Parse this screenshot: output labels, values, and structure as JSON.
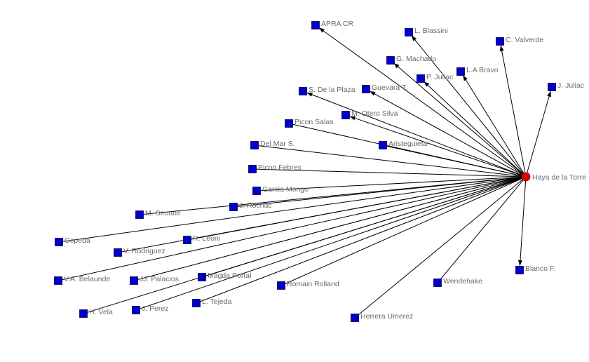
{
  "diagram": {
    "type": "network",
    "center": {
      "id": "haya",
      "label": "Haya de la Torre",
      "color": "#e00000"
    },
    "node_color": "#0000cc",
    "edge_color": "#000000",
    "nodes": [
      {
        "id": "apra_cr",
        "label": "APRA CR"
      },
      {
        "id": "blassini",
        "label": "L. Blassini"
      },
      {
        "id": "valverde",
        "label": "C. Valverde"
      },
      {
        "id": "machado",
        "label": "G. Machado"
      },
      {
        "id": "labravo",
        "label": "L.A Bravo"
      },
      {
        "id": "pjuliac",
        "label": "P. Juliac"
      },
      {
        "id": "jjuliac",
        "label": "J. Juliac"
      },
      {
        "id": "delaplaza",
        "label": "S. De la Plaza"
      },
      {
        "id": "guevara",
        "label": "Guevara T."
      },
      {
        "id": "otero",
        "label": "M. Otero Silva"
      },
      {
        "id": "piconsalas",
        "label": "Picon Salas"
      },
      {
        "id": "aristeguieta",
        "label": "Aristeguieta"
      },
      {
        "id": "delmar",
        "label": "Del Mar S."
      },
      {
        "id": "piconfebres",
        "label": "Picon Febres"
      },
      {
        "id": "garcia",
        "label": "Garcia Monge"
      },
      {
        "id": "rochac",
        "label": "J. Rochac"
      },
      {
        "id": "seoane",
        "label": "M. Seoane"
      },
      {
        "id": "cepeda",
        "label": "Cepeda"
      },
      {
        "id": "leoni",
        "label": "R. Leoni"
      },
      {
        "id": "rodriguez",
        "label": "V. Rodriguez"
      },
      {
        "id": "belaunde",
        "label": "V.A. Belaunde"
      },
      {
        "id": "palacios",
        "label": "JJ. Palacios"
      },
      {
        "id": "portal",
        "label": "Magda Portal"
      },
      {
        "id": "rolland",
        "label": "Romain Rolland"
      },
      {
        "id": "vela",
        "label": "H. Vela"
      },
      {
        "id": "perez",
        "label": "J. Perez"
      },
      {
        "id": "tejeda",
        "label": "L. Tejeda"
      },
      {
        "id": "herrera",
        "label": "Herrera Umerez"
      },
      {
        "id": "wendehake",
        "label": "Wendehake"
      },
      {
        "id": "blanco",
        "label": "Blanco F."
      }
    ],
    "edges": [
      {
        "source": "haya",
        "target": "apra_cr",
        "arrow": true
      },
      {
        "source": "haya",
        "target": "blassini",
        "arrow": true
      },
      {
        "source": "haya",
        "target": "valverde",
        "arrow": true
      },
      {
        "source": "haya",
        "target": "machado",
        "arrow": true
      },
      {
        "source": "haya",
        "target": "labravo",
        "arrow": true
      },
      {
        "source": "haya",
        "target": "pjuliac",
        "arrow": true
      },
      {
        "source": "haya",
        "target": "jjuliac",
        "arrow": true
      },
      {
        "source": "haya",
        "target": "delaplaza",
        "arrow": true
      },
      {
        "source": "haya",
        "target": "guevara",
        "arrow": true
      },
      {
        "source": "haya",
        "target": "otero",
        "arrow": true
      },
      {
        "source": "haya",
        "target": "piconsalas",
        "arrow": false
      },
      {
        "source": "haya",
        "target": "aristeguieta",
        "arrow": false
      },
      {
        "source": "haya",
        "target": "delmar",
        "arrow": false
      },
      {
        "source": "haya",
        "target": "piconfebres",
        "arrow": false
      },
      {
        "source": "haya",
        "target": "garcia",
        "arrow": false
      },
      {
        "source": "haya",
        "target": "rochac",
        "arrow": false
      },
      {
        "source": "haya",
        "target": "seoane",
        "arrow": false
      },
      {
        "source": "haya",
        "target": "cepeda",
        "arrow": false
      },
      {
        "source": "haya",
        "target": "leoni",
        "arrow": false
      },
      {
        "source": "haya",
        "target": "rodriguez",
        "arrow": false
      },
      {
        "source": "haya",
        "target": "belaunde",
        "arrow": false
      },
      {
        "source": "haya",
        "target": "palacios",
        "arrow": false
      },
      {
        "source": "haya",
        "target": "portal",
        "arrow": false
      },
      {
        "source": "haya",
        "target": "rolland",
        "arrow": false
      },
      {
        "source": "haya",
        "target": "vela",
        "arrow": false
      },
      {
        "source": "haya",
        "target": "perez",
        "arrow": false
      },
      {
        "source": "haya",
        "target": "tejeda",
        "arrow": false
      },
      {
        "source": "haya",
        "target": "herrera",
        "arrow": false
      },
      {
        "source": "haya",
        "target": "wendehake",
        "arrow": false
      },
      {
        "source": "haya",
        "target": "blanco",
        "arrow": true
      }
    ]
  }
}
